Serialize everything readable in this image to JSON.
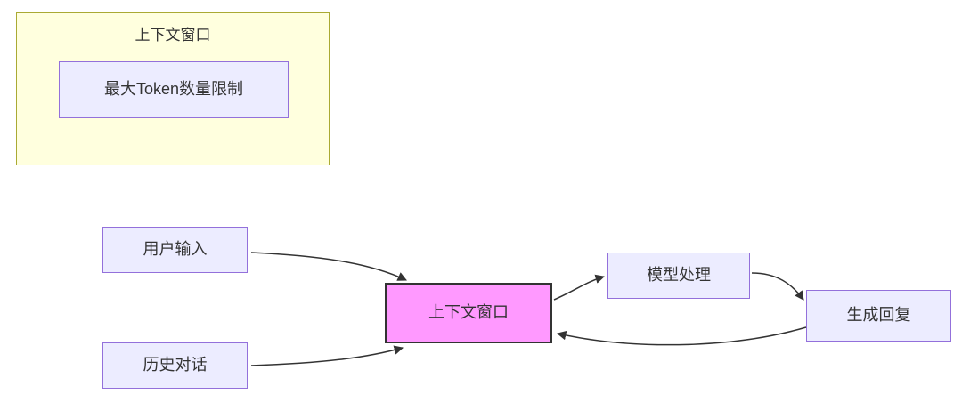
{
  "diagram": {
    "subgraph": {
      "title": "上下文窗口",
      "inner_node": "最大Token数量限制"
    },
    "nodes": {
      "user_input": "用户输入",
      "history": "历史对话",
      "context_window": "上下文窗口",
      "model_process": "模型处理",
      "generate_reply": "生成回复"
    },
    "edges": [
      {
        "from": "用户输入",
        "to": "上下文窗口"
      },
      {
        "from": "历史对话",
        "to": "上下文窗口"
      },
      {
        "from": "上下文窗口",
        "to": "模型处理"
      },
      {
        "from": "模型处理",
        "to": "生成回复"
      },
      {
        "from": "生成回复",
        "to": "上下文窗口"
      }
    ],
    "colors": {
      "subgraph_fill": "#ffffde",
      "subgraph_border": "#aaaa33",
      "node_fill": "#ececff",
      "node_border": "#9370db",
      "highlight_fill": "#ff99ff",
      "highlight_border": "#333333",
      "arrow": "#333333",
      "text": "#333333"
    }
  }
}
